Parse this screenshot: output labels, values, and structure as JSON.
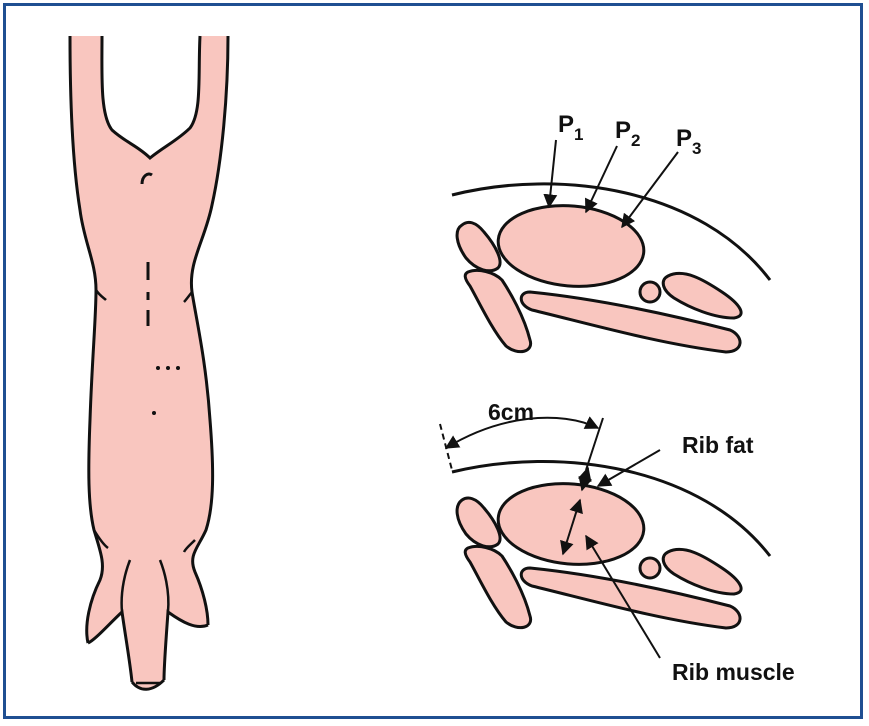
{
  "labels": {
    "p1_main": "P",
    "p1_sub": "1",
    "p2_main": "P",
    "p2_sub": "2",
    "p3_main": "P",
    "p3_sub": "3",
    "distance": "6cm",
    "rib_fat": "Rib fat",
    "rib_muscle": "Rib muscle"
  },
  "colors": {
    "frame": "#1f4f92",
    "flesh": "#f9c6bf",
    "outline": "#111111"
  }
}
